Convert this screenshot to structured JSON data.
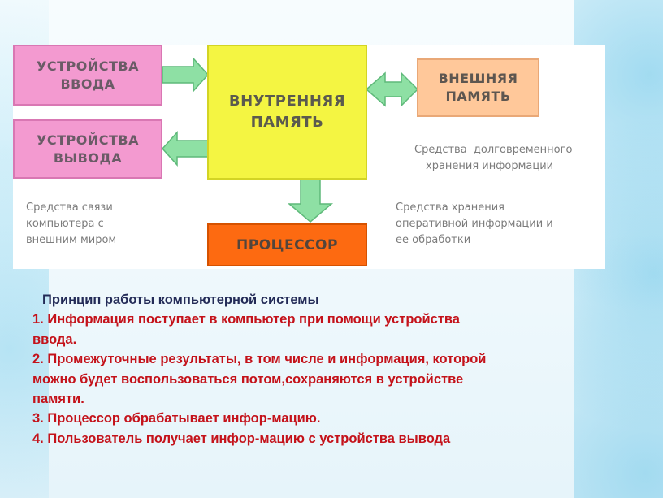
{
  "diagram": {
    "input_devices": [
      "УСТРОЙСТВА",
      "ВВОДА"
    ],
    "output_devices": [
      "УСТРОЙСТВА",
      "ВЫВОДА"
    ],
    "internal_memory": [
      "ВНУТРЕННЯЯ",
      "ПАМЯТЬ"
    ],
    "external_memory": [
      "ВНЕШНЯЯ",
      "ПАМЯТЬ"
    ],
    "processor": "ПРОЦЕССОР",
    "note_external": [
      "Средства  долговременного",
      "хранения информации"
    ],
    "note_communication": [
      "Средства связи",
      "компьютера с",
      "внешним миром"
    ],
    "note_operative": [
      "Средства хранения",
      "оперативной информации и",
      "ее обработки"
    ],
    "colors": {
      "pink": "#f39ad0",
      "yellow": "#f4f542",
      "peach": "#ffc89a",
      "orange": "#fd6a11",
      "arrow": "#8ee0a4",
      "caption": "#c4121a",
      "title": "#232b57"
    }
  },
  "caption": {
    "title": "Принцип работы компьютерной системы",
    "lines": [
      "1. Информация поступает в компьютер при помощи устройства",
      "ввода.",
      "2. Промежуточные результаты, в том числе и информация, которой",
      "можно будет воспользоваться потом,сохраняются в устройстве",
      "памяти.",
      "3. Процессор обрабатывает инфор-мацию.",
      "4. Пользователь получает инфор-мацию с устройства вывода"
    ]
  }
}
